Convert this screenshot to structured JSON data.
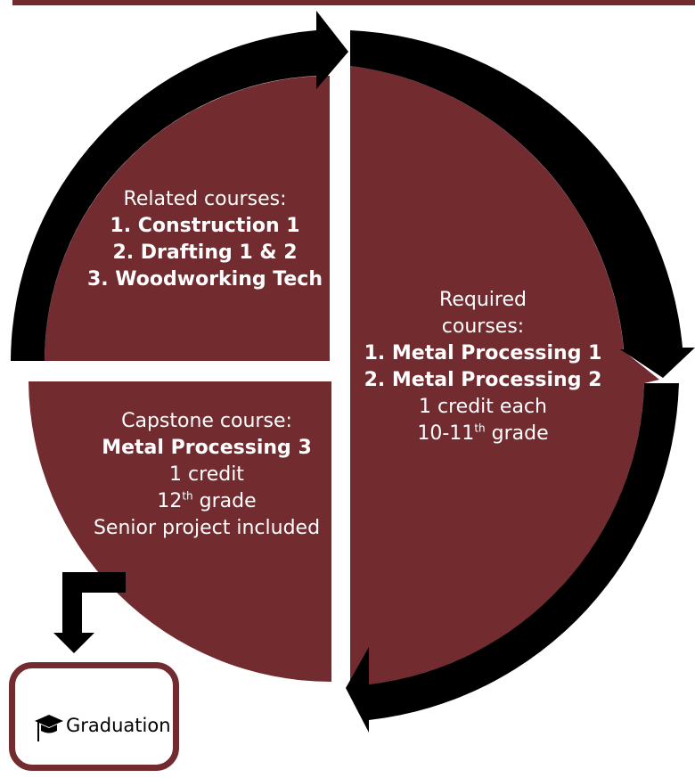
{
  "related": {
    "heading": "Related courses:",
    "items": [
      "1. Construction 1",
      "2. Drafting 1 & 2",
      "3. Woodworking Tech"
    ]
  },
  "required": {
    "heading_line1": "Required",
    "heading_line2": "courses:",
    "items": [
      "1. Metal Processing 1",
      "2. Metal Processing 2"
    ],
    "credit": "1 credit each",
    "grade_prefix": "10-11",
    "grade_sup": "th",
    "grade_suffix": " grade"
  },
  "capstone": {
    "heading": "Capstone course:",
    "course": "Metal Processing 3",
    "credit": "1 credit",
    "grade_prefix": "12",
    "grade_sup": "th",
    "grade_suffix": " grade",
    "project": "Senior project included"
  },
  "graduation": {
    "label": "Graduation",
    "icon": "graduation-cap-icon"
  },
  "colors": {
    "maroon": "#722b2f",
    "arrow": "#000000"
  }
}
